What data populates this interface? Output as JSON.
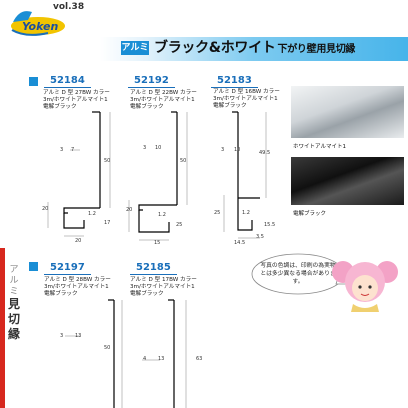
{
  "header": {
    "vol": "vol.38",
    "logo_text": "Yoken",
    "category": "アルミ",
    "title": "ブラック&ホワイト",
    "subtitle": "下がり壁用見切縁"
  },
  "products": [
    {
      "code": "52184",
      "name": "アルミ D 型 27BW カラー",
      "finish": "3m/ホワイトアルマイト1",
      "finish2": "電解ブラック",
      "dims": [
        "3",
        "7",
        "50",
        "20",
        "1.2",
        "17",
        "20"
      ]
    },
    {
      "code": "52192",
      "name": "アルミ D 型 22BW カラー",
      "finish": "3m/ホワイトアルマイト1",
      "finish2": "電解ブラック",
      "dims": [
        "3",
        "10",
        "50",
        "20",
        "1.2",
        "25",
        "15"
      ]
    },
    {
      "code": "52183",
      "name": "アルミ D 型 16BW カラー",
      "finish": "3m/ホワイトアルマイト1",
      "finish2": "電解ブラック",
      "dims": [
        "3",
        "10",
        "49.5",
        "25",
        "1.2",
        "14.5",
        "3.5",
        "15.5"
      ]
    },
    {
      "code": "52197",
      "name": "アルミ D 型 28BW カラー",
      "finish": "3m/ホワイトアルマイト1",
      "finish2": "電解ブラック",
      "dims": [
        "3",
        "13",
        "50"
      ]
    },
    {
      "code": "52185",
      "name": "アルミ D 型 17BW カラー",
      "finish": "3m/ホワイトアルマイト1",
      "finish2": "電解ブラック",
      "dims": [
        "4",
        "13",
        "63"
      ]
    }
  ],
  "photos": [
    {
      "label": "ホワイトアルマイト1"
    },
    {
      "label": "電解ブラック"
    }
  ],
  "note": "写真の色調は、印刷の為実物とは多少異なる場合があります。",
  "side": {
    "top": "アルミ",
    "bottom": "見切縁"
  },
  "colors": {
    "accent": "#1a8ed5",
    "red": "#d7281e"
  }
}
